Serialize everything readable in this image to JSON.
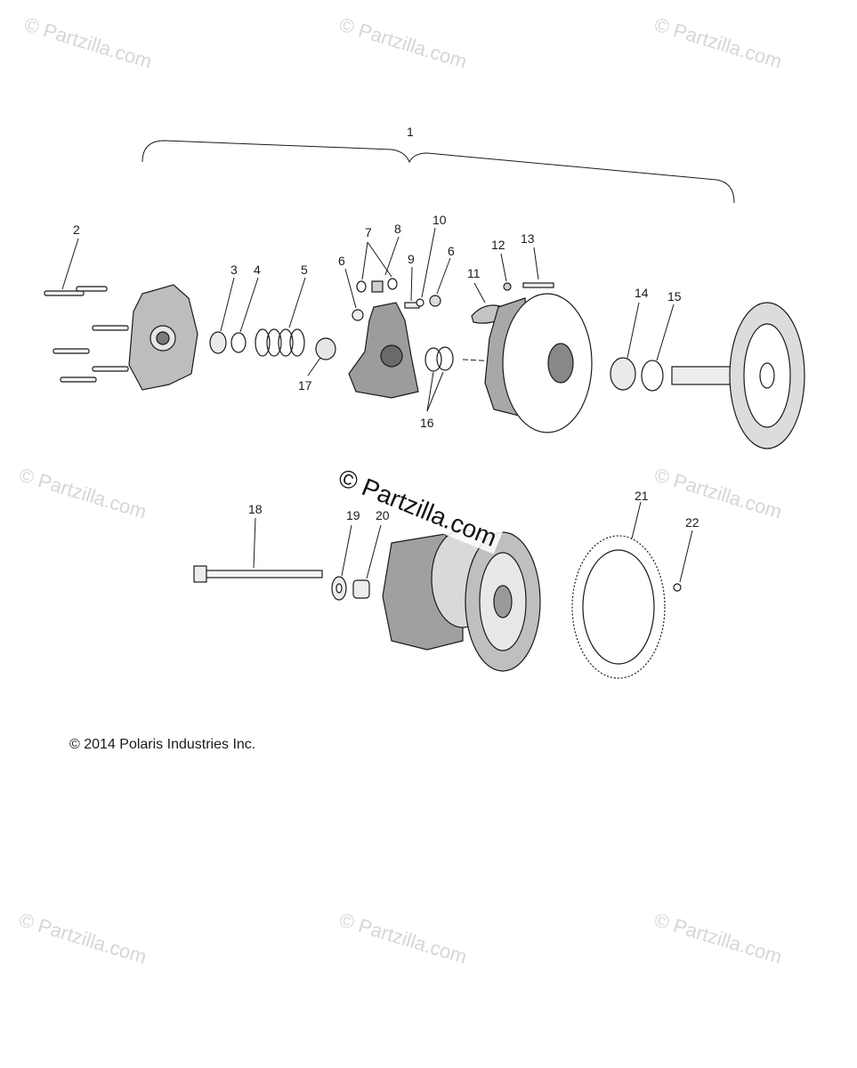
{
  "watermarks": [
    "© Partzilla.com",
    "© Partzilla.com",
    "© Partzilla.com",
    "© Partzilla.com",
    "© Partzilla.com",
    "© Partzilla.com",
    "© Partzilla.com",
    "© Partzilla.com"
  ],
  "center_watermark": "© Partzilla.com",
  "copyright": "© 2014 Polaris Industries Inc.",
  "callouts": [
    "1",
    "2",
    "3",
    "4",
    "5",
    "6",
    "7",
    "8",
    "9",
    "10",
    "6",
    "11",
    "12",
    "13",
    "14",
    "15",
    "16",
    "17",
    "18",
    "19",
    "20",
    "21",
    "22"
  ]
}
